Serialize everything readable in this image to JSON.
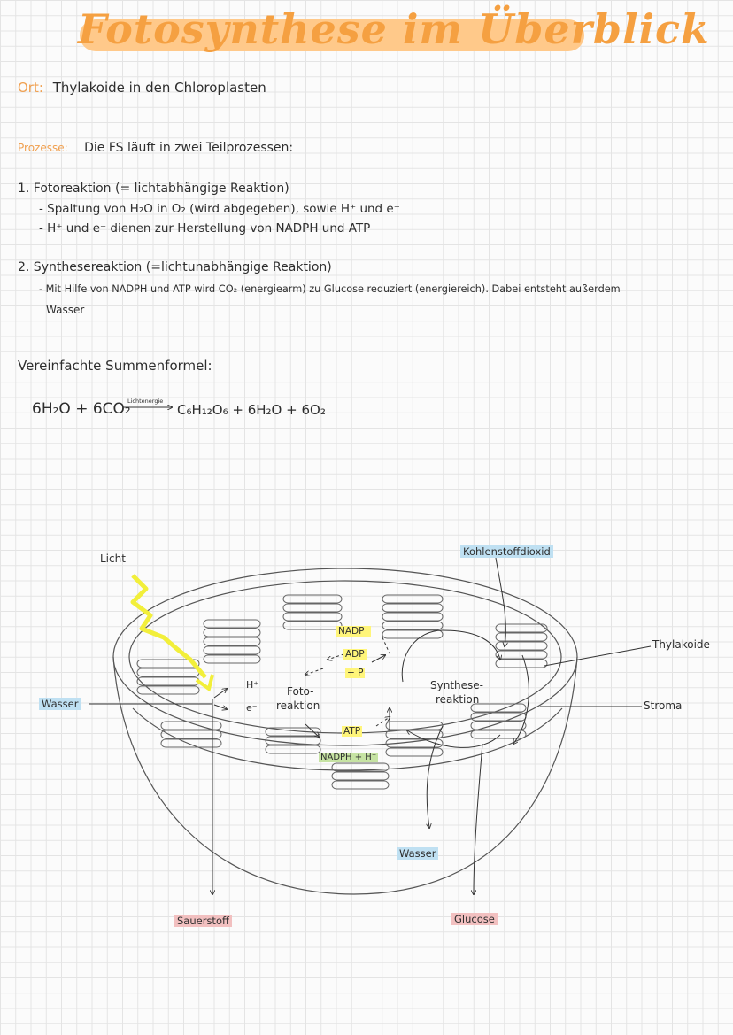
{
  "title": "Fotosynthese im Überblick",
  "ort": {
    "label": "Ort:",
    "text": "Thylakoide in den Chloroplasten"
  },
  "prozesse": {
    "label": "Prozesse:",
    "text": "Die FS läuft in zwei Teilprozessen:"
  },
  "step1": {
    "heading": "1. Fotoreaktion (= lichtabhängige Reaktion)",
    "bullets": [
      "- Spaltung von H₂O in O₂ (wird abgegeben), sowie H⁺ und e⁻",
      "- H⁺ und e⁻ dienen zur Herstellung von NADPH und ATP"
    ]
  },
  "step2": {
    "heading": "2. Synthesereaktion (=lichtunabhängige Reaktion)",
    "bullet_line1": "- Mit Hilfe von NADPH und ATP wird CO₂ (energiearm) zu Glucose reduziert (energiereich). Dabei entsteht außerdem",
    "bullet_line2": "Wasser"
  },
  "summenformel": {
    "label": "Vereinfachte Summenformel:",
    "lhs": "6H₂O + 6CO₂",
    "arrow_label": "Lichtenergie",
    "rhs": "C₆H₁₂O₆ + 6H₂O + 6O₂"
  },
  "diagram": {
    "licht": "Licht",
    "kohlenstoffdioxid": "Kohlenstoffdioxid",
    "thylakoide": "Thylakoide",
    "stroma": "Stroma",
    "wasser_left": "Wasser",
    "h_plus": "H⁺",
    "e_minus": "e⁻",
    "fotoreaktion_1": "Foto-",
    "fotoreaktion_2": "reaktion",
    "synthese_1": "Synthese-",
    "synthese_2": "reaktion",
    "nadp": "NADP⁺",
    "adp": "ADP",
    "plus_p": "+ P",
    "atp": "ATP",
    "nadph": "NADPH + H⁺",
    "wasser_bottom": "Wasser",
    "sauerstoff": "Sauerstoff",
    "glucose": "Glucose"
  },
  "colors": {
    "accent": "#f5a041",
    "blue_hl": "#bfe0f2",
    "red_hl": "#f2c0c0",
    "yellow": "#fff57a",
    "green_hl": "#c6e3a3"
  }
}
